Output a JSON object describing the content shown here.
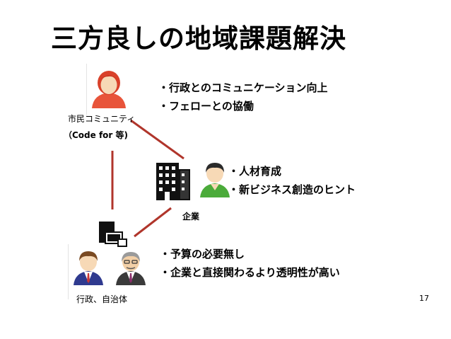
{
  "title": "三方良しの地域課題解決",
  "community": {
    "label": "市民コミュニティ",
    "sublabel": "（Code for 等)",
    "bullets": [
      "・行政とのコミュニケーション向上",
      "・フェローとの協働"
    ]
  },
  "company": {
    "label": "企業",
    "bullets": [
      "・人材育成",
      "・新ビジネス創造のヒント"
    ]
  },
  "government": {
    "label": "行政、自治体",
    "bullets": [
      "・予算の必要無し",
      "・企業と直接関わるより透明性が高い"
    ]
  },
  "page_number": "17",
  "colors": {
    "connector": "#b0352b",
    "female_shirt": "#e8543a",
    "male_shirt": "#4bab3a"
  },
  "icons": [
    "female-person-icon",
    "building-icon",
    "male-person-icon",
    "government-office-icon",
    "male-suit-person-icon",
    "elder-suit-person-icon"
  ]
}
